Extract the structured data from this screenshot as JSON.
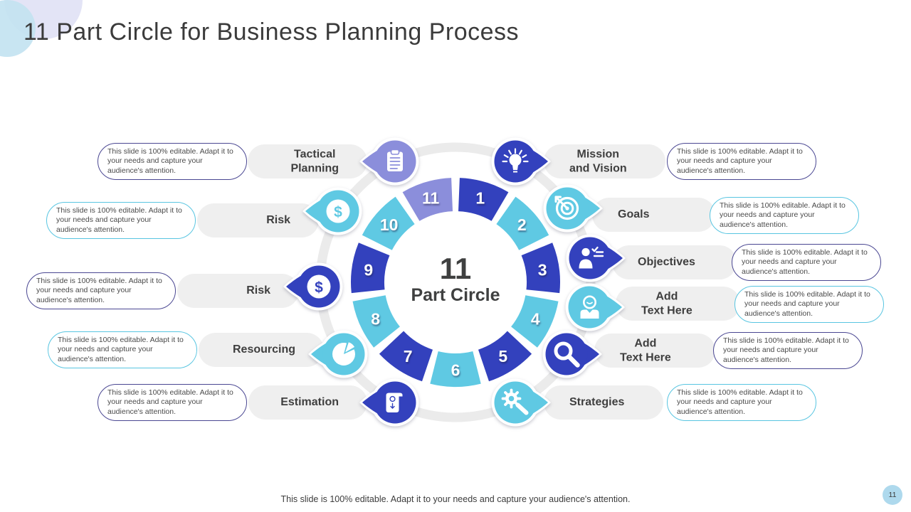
{
  "slide": {
    "title": "11 Part Circle for Business Planning Process",
    "footer": "This slide is 100% editable. Adapt it to your needs and capture your audience's attention.",
    "page_number": "11"
  },
  "callout_text": "This slide is 100% editable. Adapt it to your needs and capture your audience's attention.",
  "diagram": {
    "center": {
      "value": "11",
      "label": "Part Circle"
    },
    "segments": [
      {
        "number": "1",
        "color": "dark"
      },
      {
        "number": "2",
        "color": "cyan"
      },
      {
        "number": "3",
        "color": "dark"
      },
      {
        "number": "4",
        "color": "cyan"
      },
      {
        "number": "5",
        "color": "dark"
      },
      {
        "number": "6",
        "color": "cyan"
      },
      {
        "number": "7",
        "color": "dark"
      },
      {
        "number": "8",
        "color": "cyan"
      },
      {
        "number": "9",
        "color": "dark"
      },
      {
        "number": "10",
        "color": "cyan"
      },
      {
        "number": "11",
        "color": "lavender"
      }
    ]
  },
  "items": [
    {
      "label": "Tactical\nPlanning",
      "side": "left",
      "icon": "clipboard-icon",
      "color": "lavender",
      "callout_style": "purple"
    },
    {
      "label": "Mission\nand Vision",
      "side": "right",
      "icon": "lightbulb-icon",
      "color": "dark",
      "callout_style": "purple"
    },
    {
      "label": "Goals",
      "side": "right",
      "icon": "target-icon",
      "color": "cyan",
      "callout_style": "cyan"
    },
    {
      "label": "Objectives",
      "side": "right",
      "icon": "person-checklist-icon",
      "color": "dark",
      "callout_style": "purple"
    },
    {
      "label": "Add\nText Here",
      "side": "right",
      "icon": "person-icon",
      "color": "cyan",
      "callout_style": "cyan"
    },
    {
      "label": "Add\nText Here",
      "side": "right",
      "icon": "magnifier-icon",
      "color": "dark",
      "callout_style": "purple"
    },
    {
      "label": "Strategies",
      "side": "right",
      "icon": "gear-search-icon",
      "color": "cyan",
      "callout_style": "cyan"
    },
    {
      "label": "Estimation",
      "side": "left",
      "icon": "scroll-icon",
      "color": "dark",
      "callout_style": "purple"
    },
    {
      "label": "Resourcing",
      "side": "left",
      "icon": "pie-chart-icon",
      "color": "cyan",
      "callout_style": "cyan"
    },
    {
      "label": "Risk",
      "side": "left",
      "icon": "dollar-icon",
      "color": "dark",
      "callout_style": "purple"
    },
    {
      "label": "Risk",
      "side": "left",
      "icon": "dollar-icon",
      "color": "cyan",
      "callout_style": "cyan"
    }
  ],
  "colors": {
    "dark": "#3341bd",
    "cyan": "#5fc9e3",
    "lavender": "#8b8edb",
    "pill": "#efefef",
    "ring_gray": "#ebebeb",
    "text": "#3f3f3f",
    "callout_purple": "#4a4792",
    "callout_cyan": "#58c5e1",
    "deco_blue": "#c2e2f1",
    "deco_lavender": "#e3e4f6",
    "page_badge": "#aed9ed"
  }
}
